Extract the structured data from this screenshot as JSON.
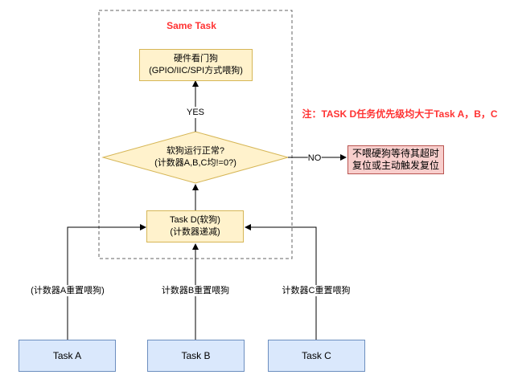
{
  "frame": {
    "title": "Same Task"
  },
  "nodes": {
    "hw_watchdog": {
      "line1": "硬件看门狗",
      "line2": "(GPIO/IIC/SPI方式喂狗)"
    },
    "decision": {
      "line1": "软狗运行正常?",
      "line2": "(计数器A,B,C均!=0?)"
    },
    "task_d": {
      "line1": "Task D(软狗)",
      "line2": "(计数器递减)"
    },
    "reset": {
      "line1": "不喂硬狗等待其超时",
      "line2": "复位或主动触发复位"
    },
    "task_a": {
      "label": "Task A"
    },
    "task_b": {
      "label": "Task B"
    },
    "task_c": {
      "label": "Task C"
    }
  },
  "edges": {
    "yes": "YES",
    "no": "NO",
    "a_reset": "(计数器A重置喂狗)",
    "b_reset": "计数器B重置喂狗",
    "c_reset": "计数器C重置喂狗"
  },
  "note": "注：TASK D任务优先级均大于Task A，B，C",
  "colors": {
    "note_red": "#ff3333",
    "yellow_fill": "#fff2cc",
    "yellow_stroke": "#d6b656",
    "red_fill": "#f8cecc",
    "red_stroke": "#b85450",
    "blue_fill": "#dae8fc",
    "blue_stroke": "#6c8ebf"
  }
}
